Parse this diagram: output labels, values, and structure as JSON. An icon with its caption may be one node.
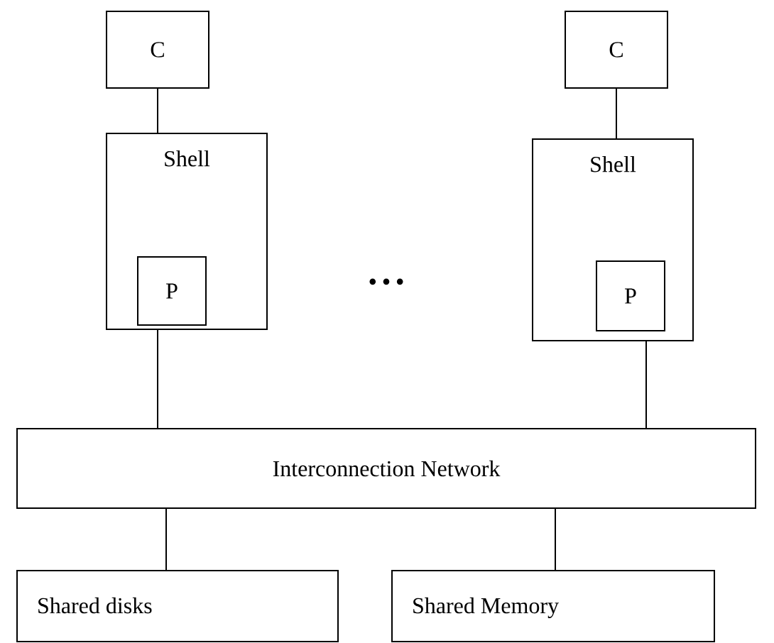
{
  "diagram": {
    "nodes": [
      {
        "text": [
          "C"
        ]
      },
      {
        "text": [
          "C"
        ]
      },
      {
        "text": [
          "Shell"
        ]
      },
      {
        "text": [
          "P"
        ],
        "in": 2
      },
      {
        "text": [
          "Shell"
        ]
      },
      {
        "text": [
          "P"
        ],
        "in": 4
      },
      {
        "text": [
          "Interconnection Network"
        ]
      },
      {
        "text": [
          "Shared disks"
        ]
      },
      {
        "text": [
          "Shared Memory"
        ]
      }
    ],
    "edges": [
      {
        "from": 0,
        "to": 2,
        "arrow": "none"
      },
      {
        "from": 1,
        "to": 4,
        "arrow": "none"
      },
      {
        "from": 2,
        "to": 6,
        "arrow": "none"
      },
      {
        "from": 4,
        "to": 6,
        "arrow": "none"
      },
      {
        "from": 6,
        "to": 7,
        "arrow": "none"
      },
      {
        "from": 6,
        "to": 8,
        "arrow": "none"
      }
    ],
    "labels": [
      "• • •"
    ]
  }
}
